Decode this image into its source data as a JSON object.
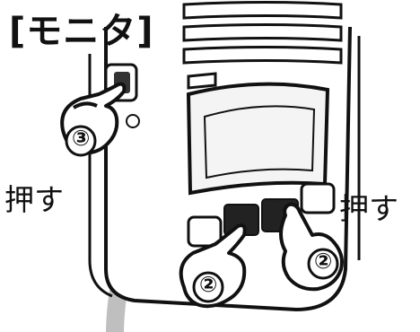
{
  "diagram": {
    "title": "[モニタ]",
    "press_label_left": "押す",
    "press_label_right": "押す",
    "step_markers": [
      {
        "number": "③",
        "target": "side-key"
      },
      {
        "number": "②",
        "target": "front-key-left"
      },
      {
        "number": "②",
        "target": "front-key-right"
      }
    ],
    "colors": {
      "outline": "#111111",
      "arrow": "#bfbfbf",
      "screen_fill": "#f4f4f4",
      "background": "#ffffff"
    }
  }
}
